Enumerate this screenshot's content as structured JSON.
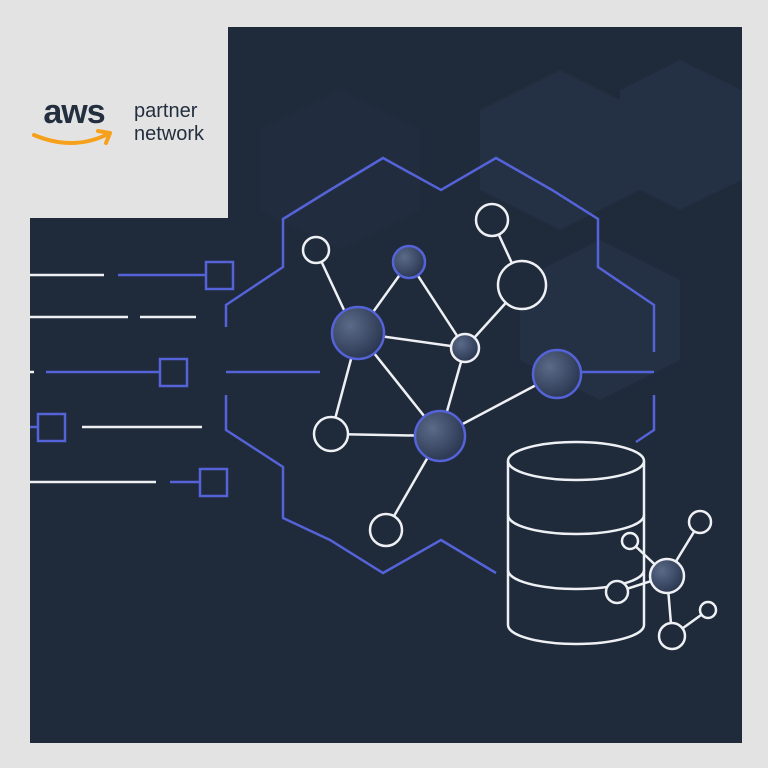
{
  "logo": {
    "brand": "aws",
    "line1": "partner",
    "line2": "network",
    "smile_icon": "amazon-smile-arrow"
  },
  "colors": {
    "page_background": "#e3e3e3",
    "panel_background": "#1f2a3a",
    "accent_blue": "#5563d8",
    "line_white": "#eef0f4",
    "node_fill": "#3a4a66",
    "logo_text": "#232f3e",
    "smile_orange": "#f7a01c"
  },
  "illustration": {
    "theme": "network-graph-and-database",
    "icons": [
      "hexagon-network-icon",
      "database-icon",
      "data-stream-icon"
    ]
  }
}
